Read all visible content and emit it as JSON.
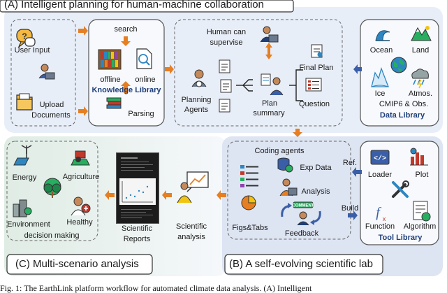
{
  "panel_a": {
    "title": "(A) Intelligent planning for human-machine collaboration",
    "inputs": {
      "user_input": "User Input",
      "upload_documents_l1": "Upload",
      "upload_documents_l2": "Documents"
    },
    "knowledge": {
      "search": "search",
      "offline": "offline",
      "online": "online",
      "title": "Knowledge Library",
      "parsing": "Parsing"
    },
    "planning": {
      "human_supervise_l1": "Human can",
      "human_supervise_l2": "supervise",
      "agents_l1": "Planning",
      "agents_l2": "Agents",
      "summary_l1": "Plan",
      "summary_l2": "summary",
      "final_plan": "Final Plan",
      "question": "Question"
    },
    "data_library": {
      "ocean": "Ocean",
      "land": "Land",
      "ice": "Ice",
      "atmos": "Atmos.",
      "cmip": "CMIP6 & Obs.",
      "title": "Data Library"
    }
  },
  "panel_b": {
    "title": "(B) A self-evolving scientific lab",
    "coding_agents": "Coding agents",
    "exp_data": "Exp Data",
    "analysis": "Analysis",
    "figs_tabs": "Figs&Tabs",
    "feedback": "Feedback",
    "ref": "Ref.",
    "build": "Build",
    "tool_library": {
      "loader": "Loader",
      "plot": "Plot",
      "function": "Function",
      "algorithm": "Algorithm",
      "title": "Tool Library"
    },
    "comment_tag": "COMMENT"
  },
  "panel_c": {
    "title": "(C) Multi-scenario analysis",
    "energy": "Energy",
    "agriculture": "Agriculture",
    "environment": "Environment",
    "healthy": "Healthy",
    "decision": "decision making",
    "reports_l1": "Scientific",
    "reports_l2": "Reports",
    "analysis_l1": "Scientific",
    "analysis_l2": "analysis"
  },
  "caption": "Fig. 1: The EarthLink platform workflow for automated climate data analysis. (A) Intelligent",
  "colors": {
    "panel_a_bg": "#e8eef8",
    "panel_b_bg": "#dde4f2",
    "panel_c_bg": "#e3eee8",
    "arrow_orange": "#e67e22",
    "arrow_blue": "#3a5fa8",
    "title_blue": "#1f3f7a"
  }
}
